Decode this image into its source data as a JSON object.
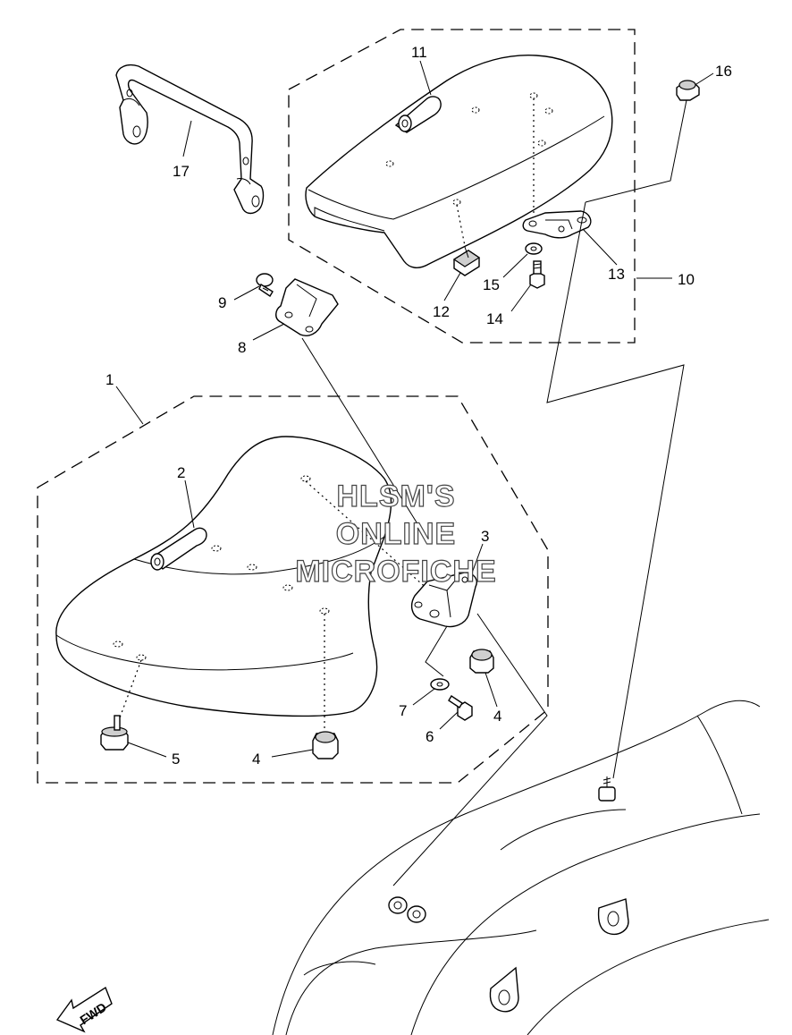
{
  "callouts": {
    "c1": "1",
    "c2": "2",
    "c3": "3",
    "c4a": "4",
    "c4b": "4",
    "c5": "5",
    "c6": "6",
    "c7": "7",
    "c8": "8",
    "c9": "9",
    "c10": "10",
    "c11": "11",
    "c12": "12",
    "c13": "13",
    "c14": "14",
    "c15": "15",
    "c16": "16",
    "c17": "17"
  },
  "watermark": {
    "line1": "HLSM'S",
    "line2": "ONLINE",
    "line3": "MICROFICHE"
  },
  "direction_badge": "FWD"
}
